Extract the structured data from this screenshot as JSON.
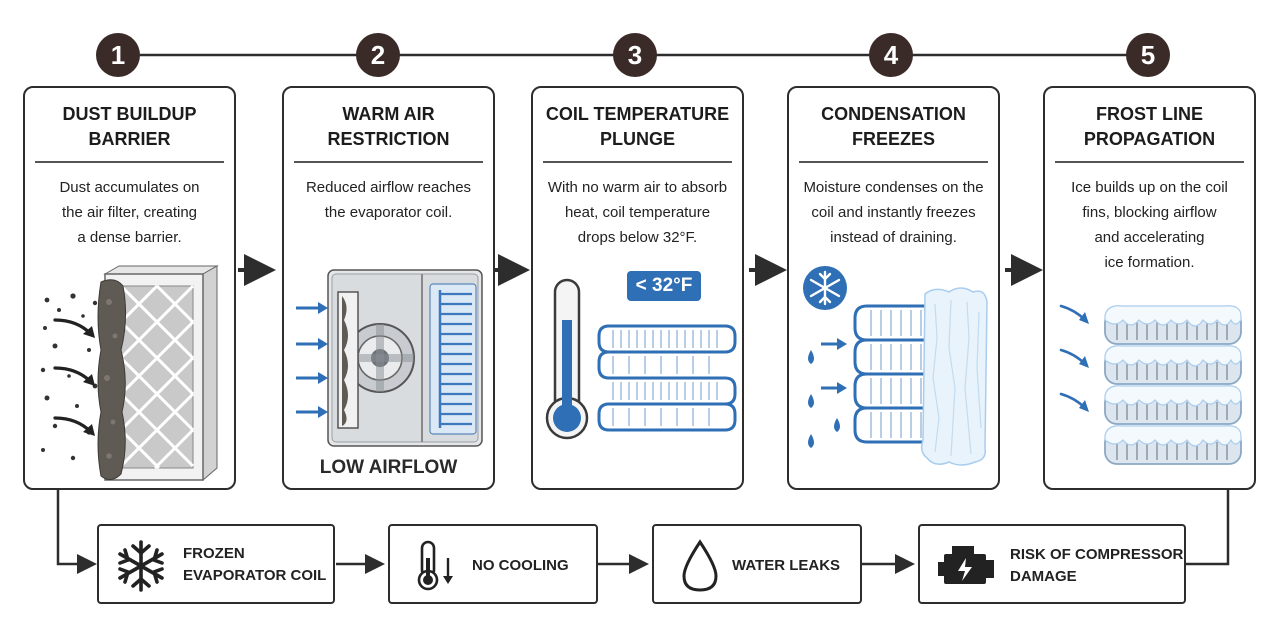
{
  "steps": [
    {
      "number": "1",
      "title": "DUST BUILDUP\nBARRIER",
      "description": "Dust accumulates on\nthe air filter, creating\na dense barrier.",
      "icon": "dirty-air-filter"
    },
    {
      "number": "2",
      "title": "WARM AIR\nRESTRICTION",
      "description": "Reduced airflow reaches\nthe evaporator coil.",
      "icon": "hvac-unit-restricted-airflow",
      "caption": "LOW AIRFLOW"
    },
    {
      "number": "3",
      "title": "COIL TEMPERATURE\nPLUNGE",
      "description": "With no warm air to absorb\nheat, coil temperature\ndrops below 32°F.",
      "icon": "thermometer-cold-coil",
      "badge": "< 32°F"
    },
    {
      "number": "4",
      "title": "CONDENSATION\nFREEZES",
      "description": "Moisture condenses on the\ncoil and instantly freezes\ninstead of draining.",
      "icon": "freezing-coil-snowflake"
    },
    {
      "number": "5",
      "title": "FROST LINE\nPROPAGATION",
      "description": "Ice builds up on the coil\nfins, blocking airflow\nand accelerating\nice formation.",
      "icon": "iced-coil-fins"
    }
  ],
  "outcomes": [
    {
      "label": "FROZEN\nEVAPORATOR COIL",
      "icon": "snowflake-icon"
    },
    {
      "label": "NO COOLING",
      "icon": "thermometer-down-icon"
    },
    {
      "label": "WATER LEAKS",
      "icon": "water-drop-icon"
    },
    {
      "label": "RISK OF COMPRESSOR\nDAMAGE",
      "icon": "engine-warning-icon"
    }
  ],
  "colors": {
    "dark": "#2d2d2d",
    "number_fill": "#3a2a28",
    "accent_blue": "#2f6fb5",
    "light_blue": "#a9cdef",
    "ice": "#e8f3fb"
  }
}
